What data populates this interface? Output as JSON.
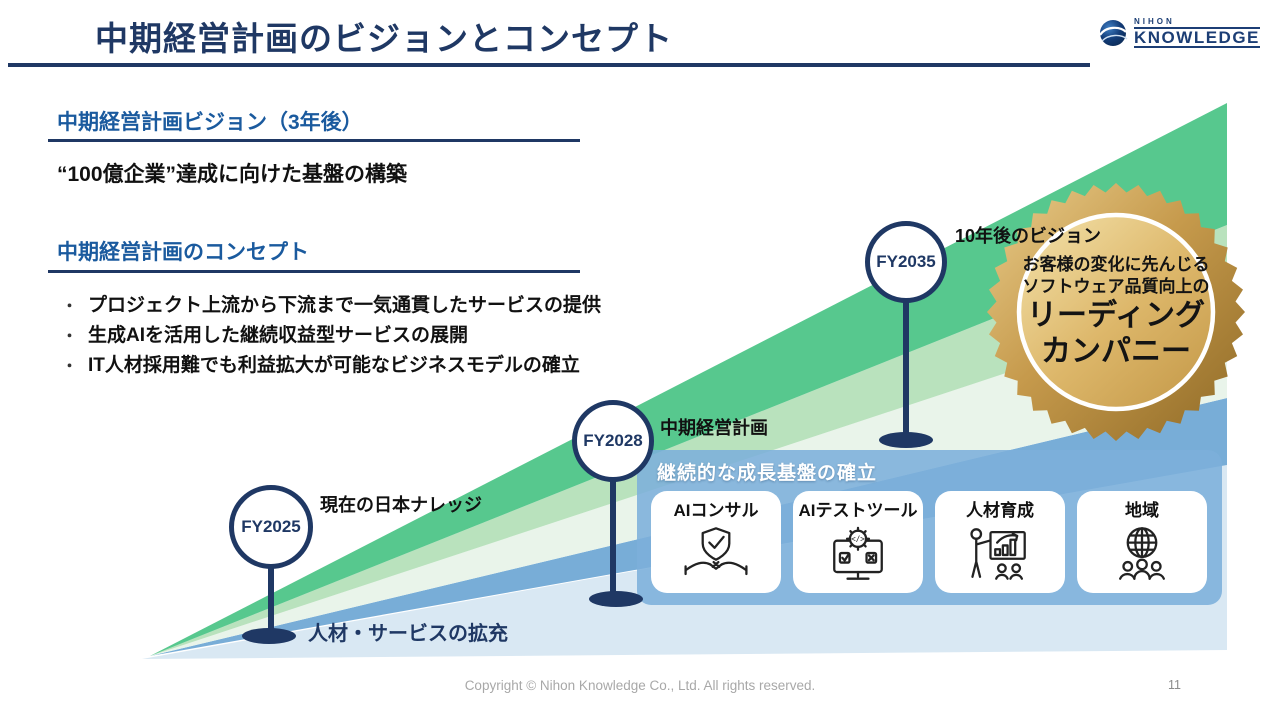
{
  "slide": {
    "title": "中期経営計画のビジョンとコンセプト",
    "footer": "Copyright © Nihon Knowledge Co., Ltd. All rights reserved.",
    "page_number": "11"
  },
  "logo": {
    "top": "NIHON",
    "bottom": "KNOWLEDGE",
    "icon": "globe-logo-icon"
  },
  "vision": {
    "heading": "中期経営計画ビジョン（3年後）",
    "body": "“100億企業”達成に向けた基盤の構築"
  },
  "concept": {
    "heading": "中期経営計画のコンセプト",
    "bullet_marker": "・",
    "bullets": [
      "プロジェクト上流から下流まで一気通貫したサービスの提供",
      "生成AIを活用した継続収益型サービスの展開",
      "IT人材採用難でも利益拡大が可能なビジネスモデルの確立"
    ]
  },
  "timeline": {
    "milestones": [
      {
        "year": "FY2025",
        "label": "現在の日本ナレッジ"
      },
      {
        "year": "FY2028",
        "label": "中期経営計画"
      },
      {
        "year": "FY2035",
        "label": "10年後のビジョン"
      }
    ],
    "base_label": "人材・サービスの拡充"
  },
  "growth_box": {
    "title": "継続的な成長基盤の確立",
    "cards": [
      {
        "label": "AIコンサル",
        "icon": "handshake-shield-icon"
      },
      {
        "label": "AIテストツール",
        "icon": "test-monitor-icon"
      },
      {
        "label": "人材育成",
        "icon": "training-presenter-icon"
      },
      {
        "label": "地域",
        "icon": "globe-community-icon"
      }
    ]
  },
  "badge": {
    "lines": [
      "お客様の変化に先んじる",
      "ソフトウェア品質向上の",
      "リーディング",
      "カンパニー"
    ]
  },
  "colors": {
    "title_navy": "#1f3864",
    "section_blue": "#1a5a9e",
    "wedge_green_dark": "#57c88e",
    "wedge_green_light": "#b9e2bd",
    "wedge_green_pale": "#e9f4ea",
    "wedge_blue_mid": "#78add7",
    "wedge_blue_pale": "#d9e8f3",
    "growth_box_blue": "#7cafdb",
    "badge_gold": "#c69a4c"
  }
}
